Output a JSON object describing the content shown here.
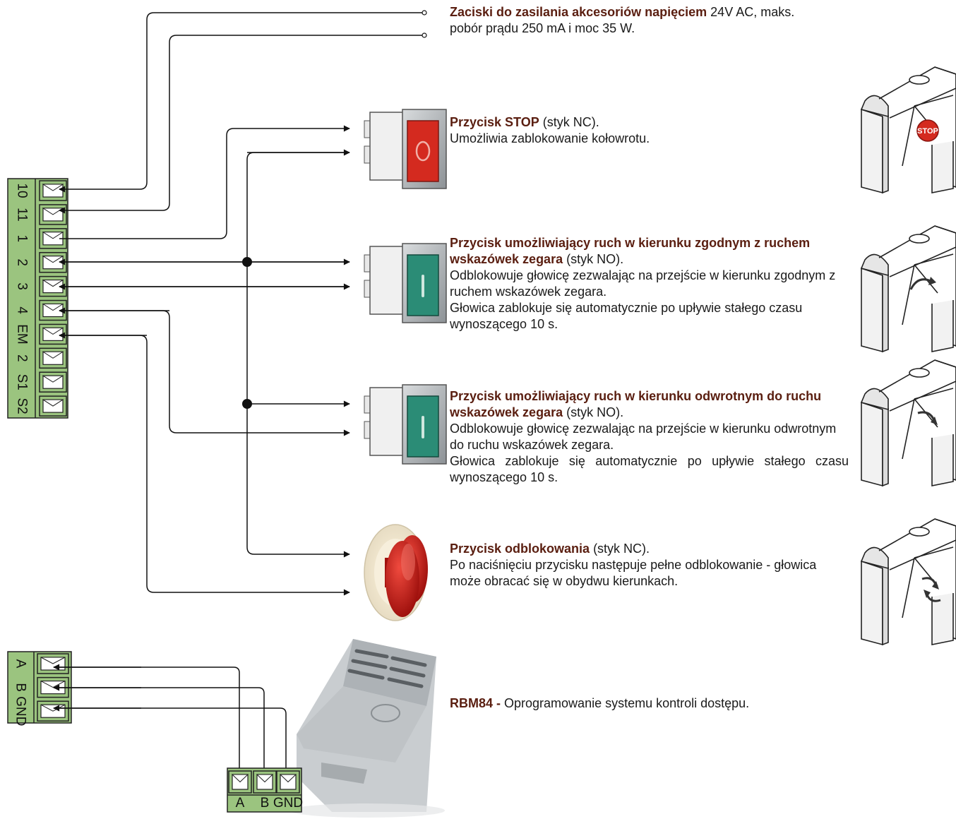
{
  "terminal_block_main": {
    "labels": [
      "10",
      "11",
      "1",
      "2",
      "3",
      "4",
      "EM",
      "2",
      "S1",
      "S2"
    ]
  },
  "terminal_block_bus": {
    "labels": [
      "A",
      "B",
      "GND"
    ]
  },
  "module_block": {
    "labels": [
      "A",
      "B",
      "GND"
    ]
  },
  "sections": {
    "accessories": {
      "title": "Zaciski do zasilania akcesoriów napięciem",
      "line1_rest": " 24V AC, maks.",
      "line2": "pobór prądu 250 mA i moc 35 W."
    },
    "stop": {
      "title": "Przycisk STOP",
      "title_suffix": " (styk NC).",
      "desc": "Umożliwia zablokowanie kołowrotu.",
      "icon_label": "STOP"
    },
    "clockwise": {
      "title1": "Przycisk umożliwiający ruch w kierunku zgodnym z ruchem",
      "title2": "wskazówek zegara",
      "title_suffix": "  (styk NO).",
      "desc1": "Odblokowuje głowicę zezwalając na przejście w kierunku zgodnym z ruchem wskazówek zegara.",
      "desc2": "Głowica zablokuje się automatycznie po upływie stałego czasu wynoszącego 10 s."
    },
    "counterclockwise": {
      "title1": "Przycisk umożliwiający ruch w kierunku odwrotnym do ruchu",
      "title2": "wskazówek zegara",
      "title_suffix": "  (styk NO).",
      "desc1": "Odblokowuje głowicę zezwalając na przejście w kierunku odwrotnym do ruchu wskazówek zegara.",
      "desc2": "Głowica zablokuje się automatycznie po upływie stałego czasu wynoszącego 10 s."
    },
    "release": {
      "title": "Przycisk odblokowania",
      "title_suffix": " (styk NC).",
      "desc": "Po naciśnięciu przycisku następuje pełne odblokowanie - głowica może obracać się w obydwu kierunkach."
    },
    "rbm84": {
      "title": "RBM84 -",
      "desc": " Oprogramowanie systemu kontroli dostępu."
    }
  },
  "colors": {
    "terminal_green": "#9bc47f",
    "title_brown": "#5a1e10",
    "stop_red": "#d42a1f",
    "go_green": "#2b8c76",
    "mushroom_red": "#d11a16"
  }
}
